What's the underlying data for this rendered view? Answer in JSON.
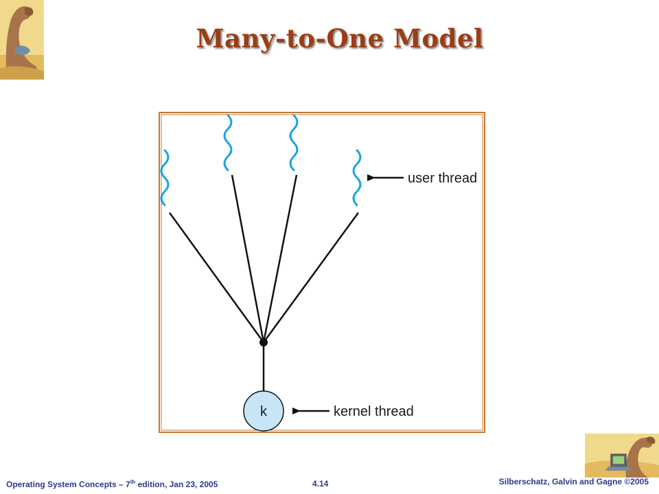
{
  "slide": {
    "title": "Many-to-One Model"
  },
  "diagram": {
    "user_thread_label": "user thread",
    "kernel_thread_label": "kernel thread",
    "kernel_node_label": "k",
    "colors": {
      "frame": "#c8752e",
      "thread": "#1aa3e0",
      "line": "#111111",
      "kernel_fill": "#c6e6f8"
    }
  },
  "footer": {
    "left_prefix": "Operating System Concepts – 7",
    "left_sup": "th",
    "left_suffix": " edition, Jan 23, 2005",
    "page": "4.14",
    "right": "Silberschatz, Galvin and Gagne ©2005"
  }
}
